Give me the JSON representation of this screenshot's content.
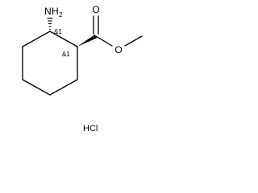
{
  "molecule": {
    "atoms": {
      "amine_n": "N",
      "amine_h": "H",
      "amine_h_count": "2",
      "ester_o_double": "O",
      "ester_o_single": "O"
    },
    "stereo_labels": {
      "c1": "&1",
      "c2": "&1"
    },
    "salt": "HCl"
  }
}
